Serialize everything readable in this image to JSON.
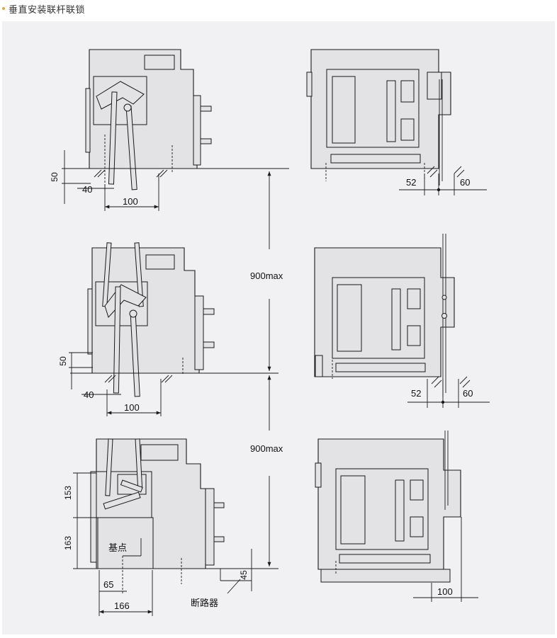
{
  "header": {
    "title": "垂直安装联杆联锁"
  },
  "diagram": {
    "top": {
      "dim_50": "50",
      "dim_40": "40",
      "dim_100": "100",
      "dim_52": "52",
      "dim_60": "60"
    },
    "spacing_1": "900max",
    "middle": {
      "dim_50": "50",
      "dim_40": "40",
      "dim_100": "100",
      "dim_52": "52",
      "dim_60": "60"
    },
    "spacing_2": "900max",
    "bottom": {
      "dim_153": "153",
      "dim_163": "163",
      "dim_65": "65",
      "dim_166": "166",
      "dim_45": "45",
      "dim_100": "100",
      "label_base_point": "基点",
      "label_breaker": "断路器"
    }
  }
}
